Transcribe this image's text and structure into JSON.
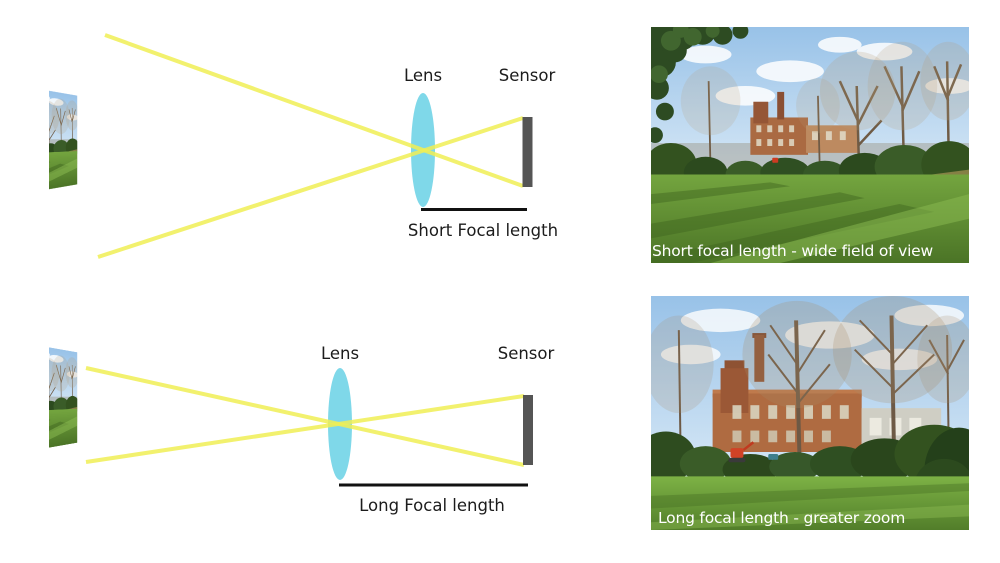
{
  "diagram_top": {
    "lens_label": "Lens",
    "sensor_label": "Sensor",
    "focal_label": "Short Focal length"
  },
  "diagram_bottom": {
    "lens_label": "Lens",
    "sensor_label": "Sensor",
    "focal_label": "Long Focal length"
  },
  "photos": {
    "wide": {
      "caption": "Short focal length - wide field of view"
    },
    "zoom": {
      "caption": "Long focal length - greater zoom"
    }
  },
  "colors": {
    "ray_yellow": "#f0ef55",
    "lens_cyan": "#7fd8e9",
    "sensor_gray": "#555555",
    "focal_line": "#111111",
    "label_text": "#1c1c1c",
    "caption_text": "#ffffff"
  }
}
